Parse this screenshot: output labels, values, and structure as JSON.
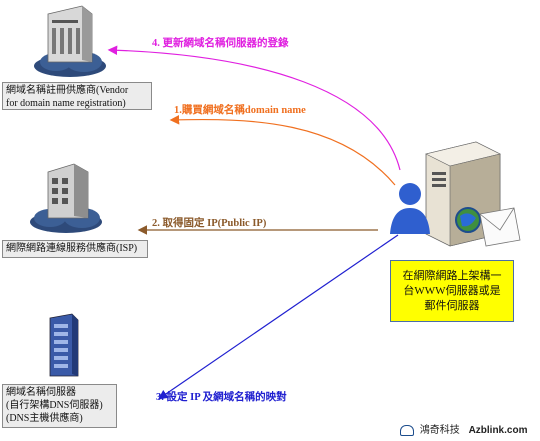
{
  "steps": {
    "step4": "4. 更新網域名稱伺服器的登錄",
    "step1": "1.購買網域名稱domain name",
    "step2": "2. 取得固定 IP(Public IP)",
    "step3": "3. 設定 IP 及網域名稱的映對"
  },
  "boxes": {
    "registrar_line1": "網域名稱註冊供應商(Vendor",
    "registrar_line2": "for domain name registration)",
    "isp": "網際網路連線服務供應商(ISP)",
    "dns_line1": "網域名稱伺服器",
    "dns_line2": "(自行架構DNS伺服器)",
    "dns_line3": "(DNS主機供應商)"
  },
  "server_box": {
    "line1": "在網際網路上架構一",
    "line2": "台WWW伺服器或是",
    "line3": "郵件伺服器"
  },
  "footer": {
    "company": "鴻奇科技",
    "site": "Azblink.com"
  },
  "colors": {
    "step4": "#e020e0",
    "step1": "#f07020",
    "step2": "#8b5a2b",
    "step3": "#2020d0",
    "server_box_fill": "#ffff00"
  }
}
